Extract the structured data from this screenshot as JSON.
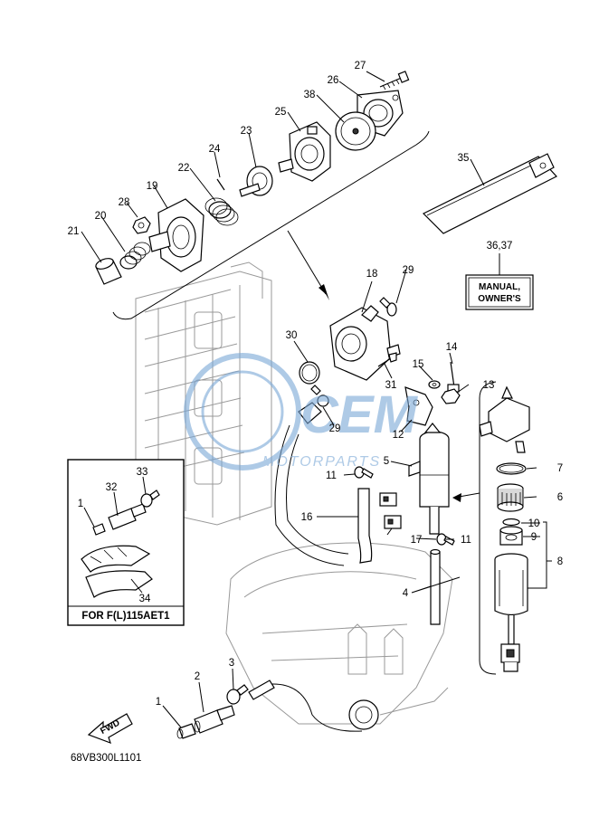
{
  "diagram_code": "68VB300L1101",
  "variant_label": "FOR F(L)115AET1",
  "manual_card_text": [
    "MANUAL,",
    "OWNER'S"
  ],
  "fwd_label": "FWD",
  "watermark": {
    "brand": "CEM",
    "sub": "MOTORPARTS",
    "color": "#7aa7d6"
  },
  "callouts": {
    "c1a": "1",
    "c1b": "1",
    "c2": "2",
    "c3": "3",
    "c4": "4",
    "c5": "5",
    "c6": "6",
    "c7": "7",
    "c8": "8",
    "c9": "9",
    "c10": "10",
    "c11a": "11",
    "c11b": "11",
    "c12": "12",
    "c13": "13",
    "c14": "14",
    "c15": "15",
    "c16": "16",
    "c17": "17",
    "c18": "18",
    "c19": "19",
    "c20": "20",
    "c21": "21",
    "c22": "22",
    "c23": "23",
    "c24": "24",
    "c25": "25",
    "c26": "26",
    "c27": "27",
    "c28": "28",
    "c29a": "29",
    "c29b": "29",
    "c30": "30",
    "c31": "31",
    "c32": "32",
    "c33": "33",
    "c34": "34",
    "c35": "35",
    "c36": "36,37",
    "c38": "38"
  }
}
